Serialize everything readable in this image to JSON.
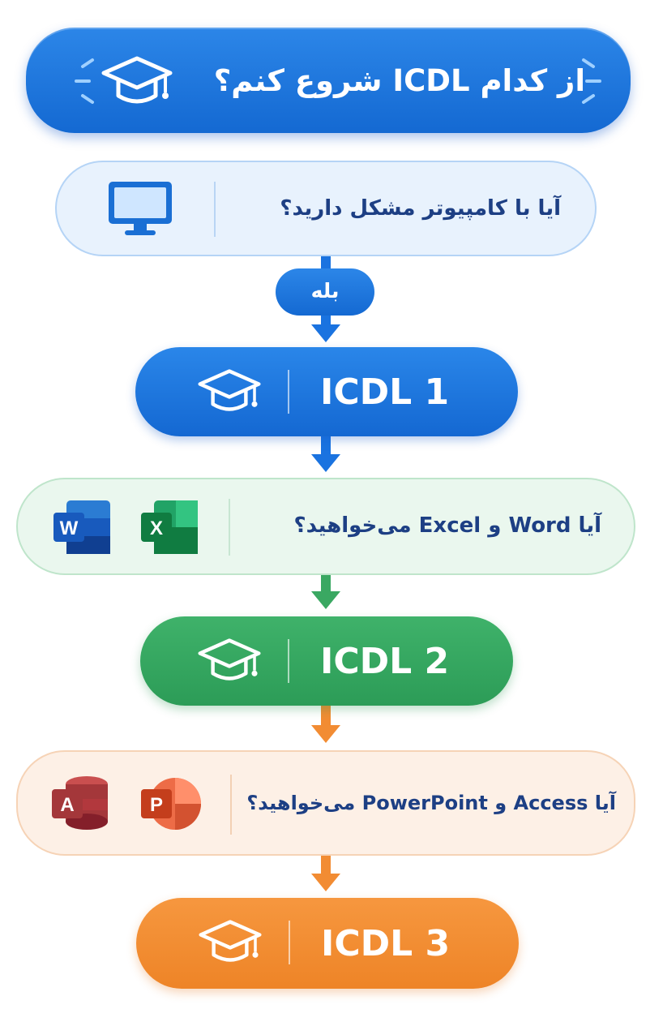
{
  "header": {
    "title": "از کدام ICDL شروع کنم؟",
    "icon": "graduation-cap-icon"
  },
  "steps": {
    "q1": {
      "text": "آیا با کامپیوتر مشکل دارید؟",
      "icon": "monitor-icon"
    },
    "yes_label": "بله",
    "level1": {
      "label": "ICDL 1",
      "icon": "graduation-cap-icon"
    },
    "q2": {
      "text": "آیا Word  و Excel می‌خواهید؟",
      "icons": [
        "word-icon",
        "excel-icon"
      ],
      "word_letter": "W",
      "excel_letter": "X"
    },
    "level2": {
      "label": "ICDL 2",
      "icon": "graduation-cap-icon"
    },
    "q3": {
      "text": "آیا Access و PowerPoint می‌خواهید؟",
      "icons": [
        "access-icon",
        "powerpoint-icon"
      ],
      "access_letter": "A",
      "powerpoint_letter": "P"
    },
    "level3": {
      "label": "ICDL 3",
      "icon": "graduation-cap-icon"
    }
  },
  "colors": {
    "blue": "#1a73e0",
    "green": "#34a85f",
    "orange": "#f28c33",
    "navy_text": "#1d3f84"
  }
}
